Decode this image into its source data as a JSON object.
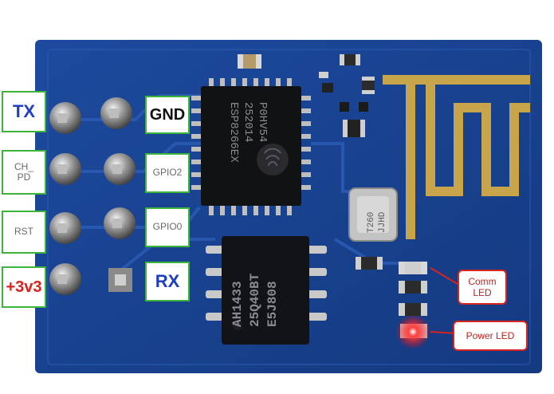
{
  "pins_left": [
    {
      "label": "TX",
      "color": "#1f3fbf"
    },
    {
      "label": "CH_\nPD",
      "color": "#6b6b6b"
    },
    {
      "label": "RST",
      "color": "#6b6b6b"
    },
    {
      "label": "+3v3",
      "color": "#d9231f"
    }
  ],
  "pins_right": [
    {
      "label": "GND",
      "color": "#111111"
    },
    {
      "label": "GPIO2",
      "color": "#6b6b6b"
    },
    {
      "label": "GPIO0",
      "color": "#6b6b6b"
    },
    {
      "label": "RX",
      "color": "#1f3fbf"
    }
  ],
  "chip_main": {
    "line1": "ESP8266EX",
    "line2": "252014",
    "line3": "P0HV54"
  },
  "chip_flash": {
    "line1": "AH1433",
    "line2": "25Q40BT",
    "line3": "E5J808"
  },
  "crystal": {
    "line1": "T260",
    "line2": "JJHD"
  },
  "callouts": {
    "comm_led": "Comm\nLED",
    "power_led": "Power LED"
  },
  "colors": {
    "pcb": "#1a3f8a",
    "pcb_dark": "#15316e",
    "antenna": "#c8a44a",
    "label_border": "#3db53a",
    "callout_border": "#d9231f"
  }
}
